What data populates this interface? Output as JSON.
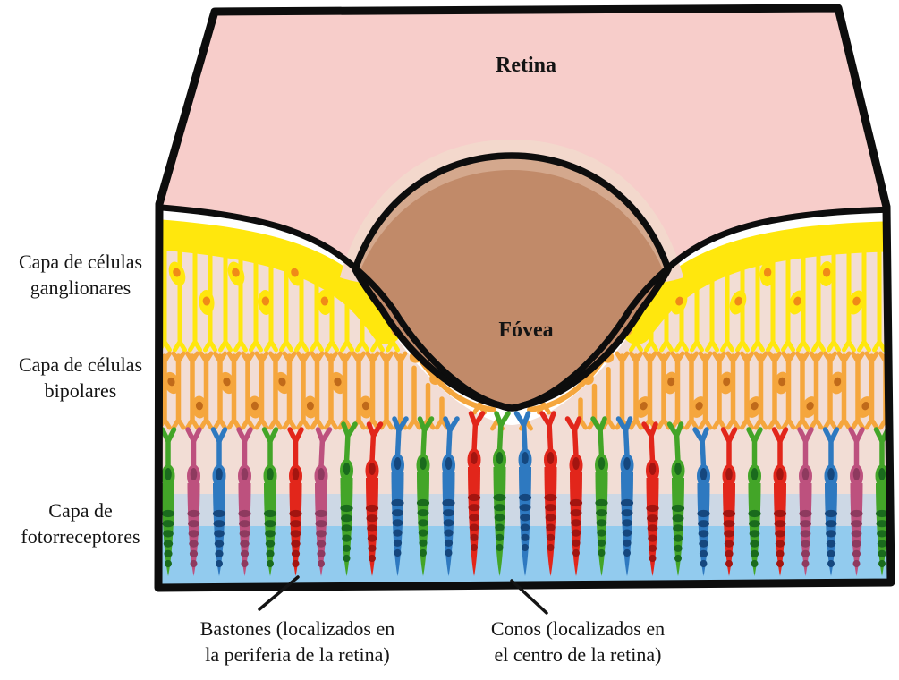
{
  "title": {
    "text": "Retina"
  },
  "fovea": {
    "text": "Fóvea"
  },
  "layer_labels": {
    "ganglion": "Capa de células\nganglionares",
    "bipolar": "Capa de células\nbipolares",
    "photoreceptor": "Capa de\nfotorreceptores"
  },
  "captions": {
    "rods": "Bastones (localizados en\nla periferia de la retina)",
    "cones": "Conos (localizados en\nel centro de la retina)"
  },
  "colors": {
    "background": "#ffffff",
    "outline": "#0d0d0d",
    "label_ink": "#141414",
    "retina_top": "#f7cdca",
    "layers_bg": "#f2ddd5",
    "gap_white": "#ffffff",
    "fovea_halo": "#f3d8cc",
    "fovea_rim": "#d4a88d",
    "fovea_main": "#c18a69",
    "ganglion_main": "#ffe70d",
    "ganglion_nucleus": "#f08a18",
    "bipolar_main": "#f5a63d",
    "bipolar_nucleus": "#c06a1a",
    "band_pale_blue": "#cdd8e5",
    "band_blue": "#92cbee"
  },
  "photoreceptors": {
    "sequence": [
      "green",
      "magenta",
      "blue",
      "magenta",
      "green",
      "red",
      "magenta",
      "green",
      "red",
      "blue",
      "green",
      "blue",
      "red",
      "green",
      "blue",
      "red",
      "red",
      "green",
      "blue",
      "red",
      "green",
      "blue",
      "red",
      "green",
      "red",
      "magenta",
      "blue",
      "magenta",
      "green"
    ],
    "palette": {
      "green": {
        "main": "#43a528",
        "dark": "#1a6b1d"
      },
      "red": {
        "main": "#e2261b",
        "dark": "#a31510"
      },
      "blue": {
        "main": "#2e79c0",
        "dark": "#15477e"
      },
      "magenta": {
        "main": "#bd517e",
        "dark": "#8e3a5f"
      }
    }
  }
}
